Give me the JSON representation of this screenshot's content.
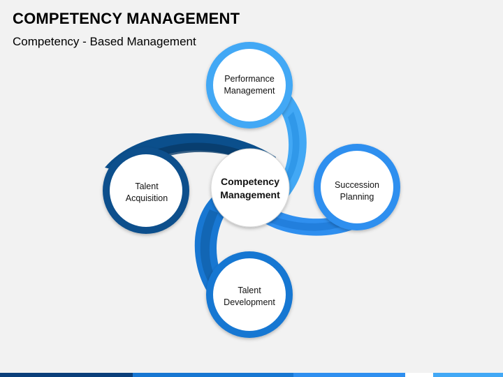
{
  "header": {
    "title": "COMPETENCY MANAGEMENT",
    "subtitle": "Competency - Based Management"
  },
  "diagram": {
    "center": {
      "line1": "Competency",
      "line2": "Management"
    },
    "nodes": [
      {
        "id": "performance",
        "line1": "Performance",
        "line2": "Management",
        "color": "#42a8f5"
      },
      {
        "id": "succession",
        "line1": "Succession",
        "line2": "Planning",
        "color": "#2f8fef"
      },
      {
        "id": "development",
        "line1": "Talent",
        "line2": "Development",
        "color": "#1877d2"
      },
      {
        "id": "acquisition",
        "line1": "Talent",
        "line2": "Acquisition",
        "color": "#0b4f8c"
      }
    ]
  },
  "colors": {
    "background": "#f2f2f2",
    "center_border": "#d0d0d0",
    "footer_dark": "#0b3f7a",
    "footer_light": "#2f8fef"
  }
}
